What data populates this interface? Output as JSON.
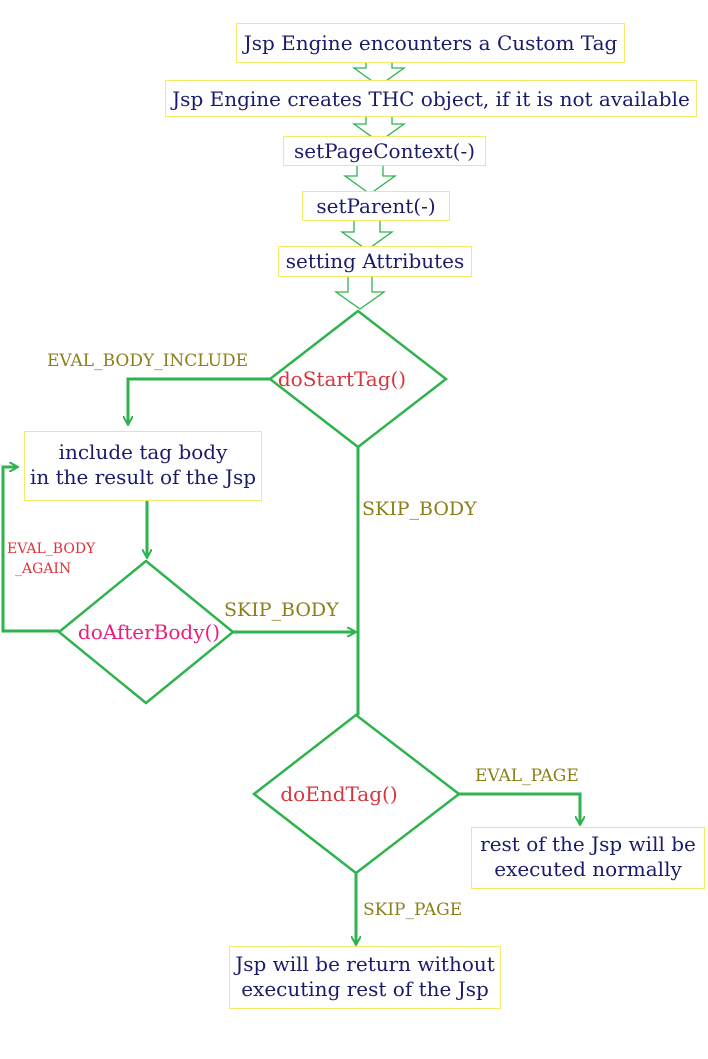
{
  "steps": {
    "encounter": "Jsp Engine encounters a Custom Tag",
    "create": "Jsp Engine creates THC object, if it is not available",
    "set_page_context": "setPageContext(-)",
    "set_parent": "setParent(-)",
    "set_attributes": "setting Attributes"
  },
  "decisions": {
    "do_start_tag": "doStartTag()",
    "do_after_body": "doAfterBody()",
    "do_end_tag": "doEndTag()"
  },
  "boxes": {
    "include_body_line1": "include tag body",
    "include_body_line2": "in the result of the Jsp",
    "rest_executed_line1": "rest of the Jsp will be",
    "rest_executed_line2": "executed normally",
    "return_line1": "Jsp will be return without",
    "return_line2": "executing rest of the Jsp"
  },
  "edges": {
    "eval_body_include": "EVAL_BODY_INCLUDE",
    "skip_body_start": "SKIP_BODY",
    "eval_body_again_line1": "EVAL_BODY",
    "eval_body_again_line2": "_AGAIN",
    "skip_body_after": "SKIP_BODY",
    "eval_page": "EVAL_PAGE",
    "skip_page": "SKIP_PAGE"
  },
  "colors": {
    "box_border": "#f2ec6a",
    "box_text": "#1b1b6b",
    "connector": "#2eb34e",
    "edge_label": "#8a7f18",
    "decision_text": "#d8343c",
    "after_body_text": "#e8207a"
  }
}
